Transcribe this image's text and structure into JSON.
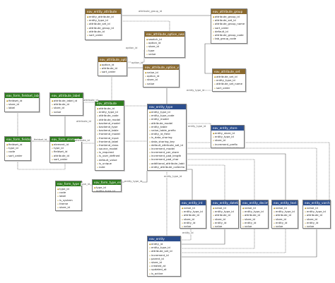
{
  "colors": {
    "brown": "#8b6a2e",
    "green": "#2e7d1e",
    "blue": "#2d4f8e",
    "line": "#555555"
  },
  "tables": [
    {
      "id": "eav_attribute_group",
      "color": "#8b6a2e",
      "title": "eav_attribute_group",
      "columns": [
        "attribute_group_id",
        "attribute_set_id",
        "attribute_group_name",
        "sort_order",
        "default_id",
        "attribute_group_code",
        "tab_group_code"
      ]
    },
    {
      "id": "eav_entity_attribute",
      "color": "#8b6a2e",
      "title": "eav_entity_attribute",
      "columns": [
        "entity_attribute_id",
        "entity_type_id",
        "attribute_set_id",
        "attribute_group_id",
        "attribute_id",
        "sort_order"
      ]
    },
    {
      "id": "eav_attribute_option_swatch",
      "color": "#8b6a2e",
      "title": "eav_attribute_option_swatch",
      "columns": [
        "swatch_id",
        "option_id",
        "store_id",
        "type",
        "value"
      ]
    },
    {
      "id": "eav_attribute_option",
      "color": "#8b6a2e",
      "title": "eav_attribute_option",
      "columns": [
        "option_id",
        "attribute_id",
        "sort_order"
      ]
    },
    {
      "id": "eav_attribute_option_value",
      "color": "#8b6a2e",
      "title": "eav_attribute_option_value",
      "columns": [
        "value_id",
        "option_id",
        "store_id",
        "value"
      ]
    },
    {
      "id": "eav_attribute_set",
      "color": "#8b6a2e",
      "title": "eav_attribute_set",
      "columns": [
        "attribute_set_id",
        "entity_type_id",
        "attribute_set_name",
        "sort_order"
      ]
    },
    {
      "id": "eav_form_fieldset_label",
      "color": "#2e7d1e",
      "title": "eav_form_fieldset_label",
      "columns": [
        "fieldset_id",
        "store_id",
        "label"
      ]
    },
    {
      "id": "eav_attribute_label",
      "color": "#2e7d1e",
      "title": "eav_attribute_label",
      "columns": [
        "attribute_label_id",
        "attribute_id",
        "store_id",
        "value"
      ]
    },
    {
      "id": "eav_attribute",
      "color": "#2e7d1e",
      "title": "eav_attribute",
      "columns": [
        "attribute_id",
        "entity_type_id",
        "attribute_code",
        "attribute_model",
        "backend_model",
        "backend_type",
        "backend_table",
        "frontend_model",
        "frontend_input",
        "frontend_label",
        "frontend_class",
        "source_model",
        "is_required",
        "is_user_defined",
        "default_value",
        "is_unique",
        "note"
      ]
    },
    {
      "id": "eav_form_fieldset",
      "color": "#2e7d1e",
      "title": "eav_form_fieldset",
      "columns": [
        "fieldset_id",
        "type_id",
        "code",
        "sort_order"
      ]
    },
    {
      "id": "eav_form_element",
      "color": "#2e7d1e",
      "title": "eav_form_element",
      "columns": [
        "element_id",
        "type_id",
        "fieldset_id",
        "attribute_id",
        "sort_order"
      ]
    },
    {
      "id": "eav_form_type",
      "color": "#2e7d1e",
      "title": "eav_form_type",
      "columns": [
        "type_id",
        "code",
        "label",
        "is_system",
        "theme",
        "store_id"
      ]
    },
    {
      "id": "eav_form_type_entity",
      "color": "#2e7d1e",
      "title": "eav_form_type_entity",
      "columns": [
        "type_id",
        "entity_type_id"
      ]
    },
    {
      "id": "eav_entity_type",
      "color": "#2d4f8e",
      "title": "eav_entity_type",
      "columns": [
        "entity_type_id",
        "entity_type_code",
        "entity_model",
        "attribute_model",
        "entity_table",
        "value_table_prefix",
        "entity_id_field",
        "is_data_sharing",
        "data_sharing_key",
        "default_attribute_set_id",
        "increment_model",
        "increment_per_store",
        "increment_pad_length",
        "increment_pad_char",
        "additional_attribute_table",
        "entity_attribute_collection"
      ]
    },
    {
      "id": "eav_entity_store",
      "color": "#2d4f8e",
      "title": "eav_entity_store",
      "columns": [
        "entity_store_id",
        "entity_type_id",
        "store_id",
        "increment_prefix",
        "increment_last_id"
      ]
    },
    {
      "id": "eav_entity_int",
      "color": "#2d4f8e",
      "title": "eav_entity_int",
      "columns": [
        "value_id",
        "entity_type_id",
        "attribute_id",
        "store_id",
        "entity_id",
        "value"
      ]
    },
    {
      "id": "eav_entity_datetime",
      "color": "#2d4f8e",
      "title": "eav_entity_datetime",
      "columns": [
        "value_id",
        "entity_type_id",
        "attribute_id",
        "store_id",
        "entity_id",
        "value"
      ]
    },
    {
      "id": "eav_entity_decimal",
      "color": "#2d4f8e",
      "title": "eav_entity_decimal",
      "columns": [
        "value_id",
        "entity_type_id",
        "attribute_id",
        "store_id",
        "entity_id",
        "value"
      ]
    },
    {
      "id": "eav_entity_text",
      "color": "#2d4f8e",
      "title": "eav_entity_text",
      "columns": [
        "value_id",
        "entity_type_id",
        "attribute_id",
        "store_id",
        "entity_id",
        "value"
      ]
    },
    {
      "id": "eav_entity_varchar",
      "color": "#2d4f8e",
      "title": "eav_entity_varchar",
      "columns": [
        "value_id",
        "entity_type_id",
        "attribute_id",
        "store_id",
        "entity_id",
        "value"
      ]
    },
    {
      "id": "eav_entity",
      "color": "#2d4f8e",
      "title": "eav_entity",
      "columns": [
        "entity_id",
        "entity_type_id",
        "attribute_set_id",
        "increment_id",
        "parent_id",
        "store_id",
        "created_at",
        "updated_at",
        "is_active"
      ]
    }
  ],
  "relations": [
    {
      "id": "r1",
      "label": "attribute_group_id"
    },
    {
      "id": "r2",
      "label": "option_id"
    },
    {
      "id": "r3",
      "label": "option_id"
    },
    {
      "id": "r4",
      "label": "attribute_id"
    },
    {
      "id": "r5",
      "label": "attribute_id"
    },
    {
      "id": "r6",
      "label": "entity_type_id"
    },
    {
      "id": "r7",
      "label": "entity_type_id"
    },
    {
      "id": "r8",
      "label": "fieldset_id"
    },
    {
      "id": "r9",
      "label": "attribute_id"
    },
    {
      "id": "r10",
      "label": "type_id"
    },
    {
      "id": "r11",
      "label": "entity_type_id"
    },
    {
      "id": "r12",
      "label": "entity_type_id"
    },
    {
      "id": "r13",
      "label": "entity_id"
    }
  ]
}
